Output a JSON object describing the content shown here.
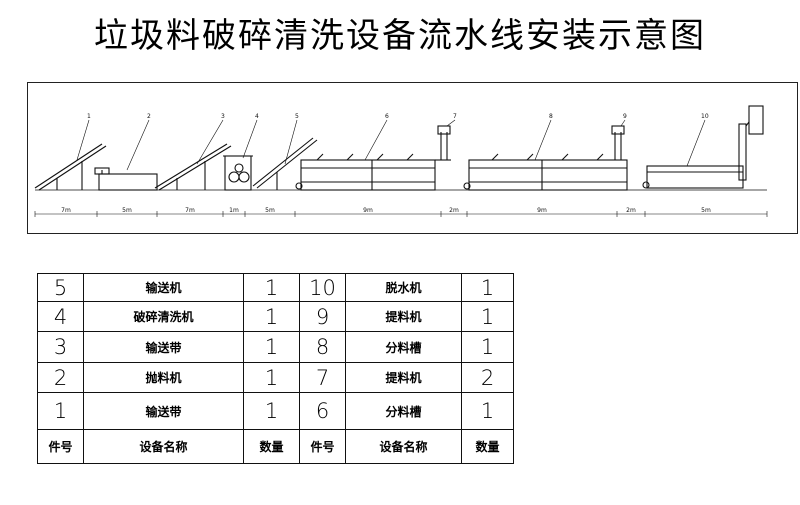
{
  "title": "垃圾料破碎清洗设备流水线安装示意图",
  "callouts": [
    "1",
    "2",
    "3",
    "4",
    "5",
    "6",
    "7",
    "8",
    "9",
    "10"
  ],
  "dimensions": [
    "7m",
    "5m",
    "7m",
    "1m",
    "5m",
    "9m",
    "2m",
    "9m",
    "2m",
    "5m"
  ],
  "table": {
    "rows": [
      {
        "no_a": "5",
        "name_a": "输送机",
        "qty_a": "1",
        "no_b": "10",
        "name_b": "脱水机",
        "qty_b": "1"
      },
      {
        "no_a": "4",
        "name_a": "破碎清洗机",
        "qty_a": "1",
        "no_b": "9",
        "name_b": "提料机",
        "qty_b": "1"
      },
      {
        "no_a": "3",
        "name_a": "输送带",
        "qty_a": "1",
        "no_b": "8",
        "name_b": "分料槽",
        "qty_b": "1"
      },
      {
        "no_a": "2",
        "name_a": "抛料机",
        "qty_a": "1",
        "no_b": "7",
        "name_b": "提料机",
        "qty_b": "2"
      },
      {
        "no_a": "1",
        "name_a": "输送带",
        "qty_a": "1",
        "no_b": "6",
        "name_b": "分料槽",
        "qty_b": "1"
      }
    ],
    "header": {
      "no": "件号",
      "name": "设备名称",
      "qty": "数量"
    }
  }
}
